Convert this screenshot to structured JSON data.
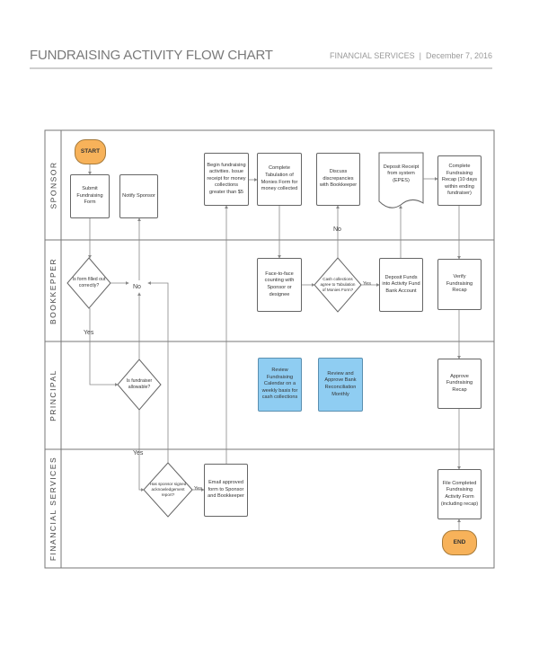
{
  "header": {
    "title": "FUNDRAISING ACTIVITY FLOW CHART",
    "department": "FINANCIAL SERVICES",
    "separator": "|",
    "date": "December 7, 2016"
  },
  "lanes": [
    "SPONSOR",
    "BOOKKEPPER",
    "PRINCIPAL",
    "FINANCIAL SERVICES"
  ],
  "nodes": {
    "start": "START",
    "submit": "Submit Fundraising Form",
    "notify": "Notify Sponsor",
    "begin": "Begin fundraising activities. Issue receipt for money collections greater than $5",
    "tabulation": "Complete Tabulation of Monies Form for money collected",
    "discuss": "Discuss discrepancies with Bookkeeper",
    "deposit_receipt": "Deposit Receipt from system (EPES)",
    "complete_recap": "Complete Fundraising Recap (10 days within ending fundraiser)",
    "form_filled": "Is form filled out correctly?",
    "face_to_face": "Face-to-face counting with Sponsor or designee",
    "cash_agree": "Cash collections agree to Tabulation of Monies Form?",
    "deposit_funds": "Deposit Funds into Activity Fund Bank Account",
    "verify_recap": "Verify Fundraising Recap",
    "allowable": "Is fundraiser allowable?",
    "review_calendar": "Review Fundraising Calendar on a weekly basis for cash collections",
    "review_bank": "Review and Approve Bank Reconciliation Monthly",
    "approve_recap": "Approve Fundraising Recap",
    "signed": "Has sponsor signed acknowledgement report?",
    "email": "Email approved form to Sponsor and Bookkeeper",
    "file": "File Completed Fundraising Activity Form (including recap)",
    "end": "END"
  },
  "edge_labels": {
    "no_form": "No",
    "yes_form": "Yes",
    "no_cash": "No",
    "yes_cash": "Yes",
    "yes_allowable": "Yes",
    "yes_signed": "Yes"
  },
  "colors": {
    "terminal": "#f7b25a",
    "highlight": "#8fcdf2",
    "line": "#888888"
  }
}
